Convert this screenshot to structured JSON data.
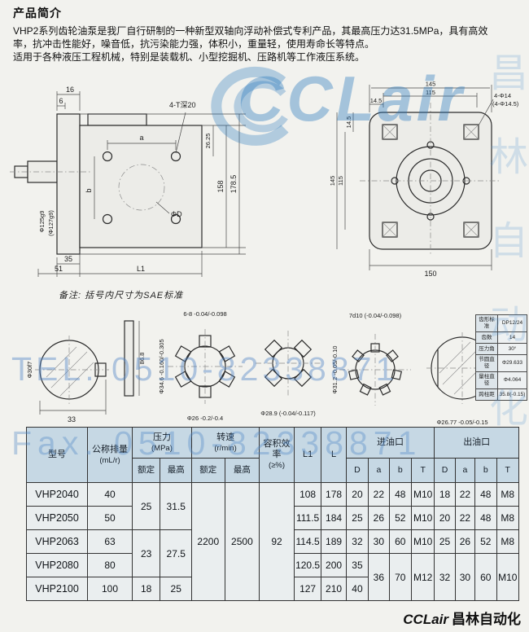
{
  "intro": {
    "title": "产品简介",
    "lines": [
      "VHP2系列齿轮油泵是我厂自行研制的一种新型双轴向浮动补偿式专利产品，其最高压力达31.5MPa，具有高效",
      "率，抗冲击性能好，噪音低，抗污染能力强，体积小，重量轻，使用寿命长等特点。",
      "适用于各种液压工程机械，特别是装载机、小型挖掘机、压路机等工作液压系统。"
    ]
  },
  "watermarks": {
    "logo": "CCLair",
    "tel": "TEL. 0510-82338871",
    "fax": "Fax. 0510-82338871",
    "vertical": "昌林自动化",
    "footer_logo": "CCLair",
    "footer_cn": "昌林自动化"
  },
  "drawings": {
    "note": "备注: 括号内尺寸为SAE标准",
    "side_view": {
      "dim_6": "6",
      "dim_16": "16",
      "dim_a": "a",
      "tap": "4-T深20",
      "shaft_dia_1": "Φ125g9",
      "shaft_dia_2": "(Φ127g9)",
      "dim_35": "35",
      "dim_51": "51",
      "dim_l1": "L1",
      "dim_b": "b",
      "dim_d": "ΦD",
      "dim_2625": "26.25",
      "dim_158": "158",
      "dim_1785": "178.5"
    },
    "front_view": {
      "dim_145": "145",
      "dim_115": "115",
      "dim_145s": "14.5",
      "holes_1": "4-Φ14",
      "holes_2": "(4-Φ14.5)",
      "dim_150": "150"
    },
    "sections": {
      "cs1_left": "Φ30f7",
      "cs1_bottom": "33",
      "bar_dim": "86.8",
      "cs2_top": "6-8 -0.04/-0.098",
      "cs2_left": "Φ34.6 -0.160/-0.305",
      "cs2_bottom": "Φ26 -0.2/-0.4",
      "cs3_bottom": "Φ28.9 (-0.04/-0.117)",
      "cs4_top": "7d10 (-0.04/-0.098)",
      "cs4_left": "Φ31.2 -0.05/-0.10",
      "cs5_bottom": "Φ26.77 -0.05/-0.15"
    },
    "gear_table": [
      {
        "label": "齿形标准",
        "value": "DP12/24"
      },
      {
        "label": "齿数",
        "value": "14"
      },
      {
        "label": "压力角",
        "value": "30°"
      },
      {
        "label": "节圆直径",
        "value": "Φ29.633"
      },
      {
        "label": "量柱直径",
        "value": "Φ4.064"
      },
      {
        "label": "跨柱距",
        "value": "35.8(-0.15)"
      }
    ]
  },
  "spec_table": {
    "header": {
      "model": "型号",
      "displacement_l1": "公称排量",
      "displacement_l2": "(mL/r)",
      "pressure_l1": "压力",
      "pressure_l2": "(MPa)",
      "speed_l1": "转速",
      "speed_l2": "(r/min)",
      "efficiency_l1": "容积效率",
      "efficiency_l2": "(≥%)",
      "l1": "L1",
      "l": "L",
      "inlet": "进油口",
      "outlet": "出油口",
      "rated": "额定",
      "max": "最高",
      "col_d": "D",
      "col_a": "a",
      "col_b": "b",
      "col_t": "T"
    },
    "merged": {
      "pressure_rated_12": "25",
      "pressure_max_12": "31.5",
      "pressure_rated_34": "23",
      "pressure_max_34": "27.5",
      "pressure_rated_5": "18",
      "pressure_max_5": "25",
      "speed_rated": "2200",
      "speed_max": "2500",
      "efficiency": "92",
      "inlet_a_45": "36",
      "inlet_b_45": "70",
      "inlet_t_45": "M12",
      "outlet_d_45": "32",
      "outlet_a_45": "30",
      "outlet_b_45": "60",
      "outlet_t_45": "M10"
    },
    "rows": [
      {
        "model": "VHP2040",
        "disp": "40",
        "l1": "108",
        "l": "178",
        "in_d": "20",
        "in_a": "22",
        "in_b": "48",
        "in_t": "M10",
        "out_d": "18",
        "out_a": "22",
        "out_b": "48",
        "out_t": "M8"
      },
      {
        "model": "VHP2050",
        "disp": "50",
        "l1": "111.5",
        "l": "184",
        "in_d": "25",
        "in_a": "26",
        "in_b": "52",
        "in_t": "M10",
        "out_d": "20",
        "out_a": "22",
        "out_b": "48",
        "out_t": "M8"
      },
      {
        "model": "VHP2063",
        "disp": "63",
        "l1": "114.5",
        "l": "189",
        "in_d": "32",
        "in_a": "30",
        "in_b": "60",
        "in_t": "M10",
        "out_d": "25",
        "out_a": "26",
        "out_b": "52",
        "out_t": "M8"
      },
      {
        "model": "VHP2080",
        "disp": "80",
        "l1": "120.5",
        "l": "200",
        "in_d": "35"
      },
      {
        "model": "VHP2100",
        "disp": "100",
        "l1": "127",
        "l": "210",
        "in_d": "40"
      }
    ]
  }
}
